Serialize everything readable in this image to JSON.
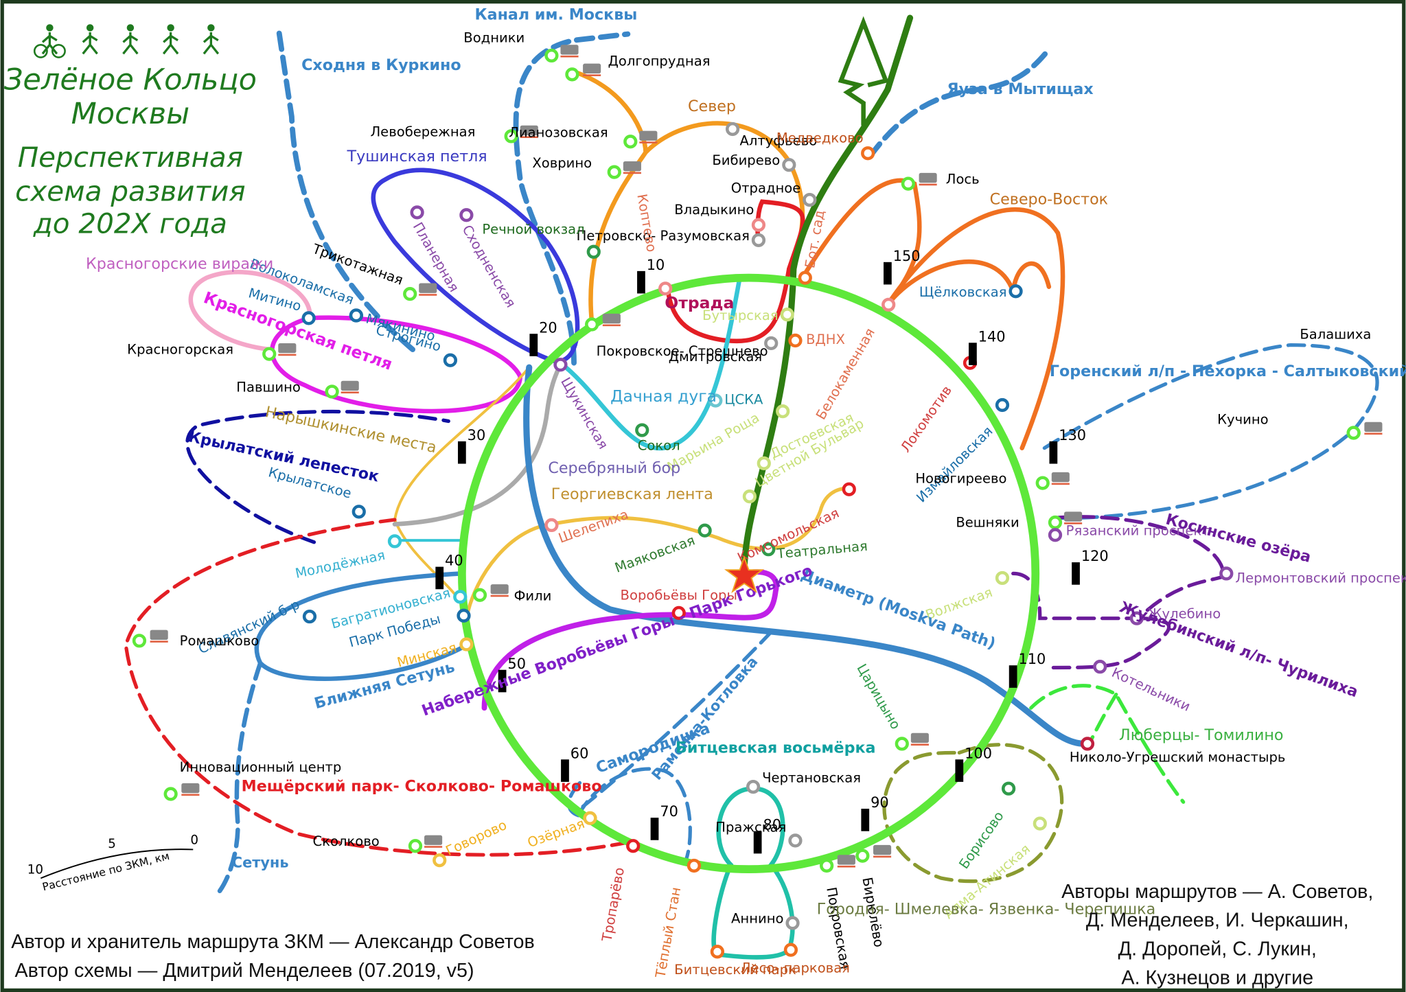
{
  "title": {
    "line1": "Зелёное Кольцо",
    "line2": "Москвы",
    "subtitle1": "Перспективная",
    "subtitle2": "схема развития",
    "subtitle3": "до 202X года",
    "activity_icons": [
      "bicycle-icon",
      "hiker-icon",
      "walker-icon",
      "runner-icon",
      "nordic-walker-icon"
    ]
  },
  "colors": {
    "ring": "#5ee83a",
    "title_green": "#1f7a1f",
    "blue": "#3a86c8",
    "orange": "#f39a1e",
    "dark_orange": "#f07020",
    "red": "#e31e24",
    "magenta": "#e21ee8",
    "purple": "#6a1b9a",
    "teal": "#20c0a8",
    "dark_green": "#2e7d12",
    "yellow": "#f0c040",
    "pink": "#f4a6c8",
    "navy": "#1010a0",
    "olive": "#8a9a30"
  },
  "routes": [
    {
      "id": "kanal",
      "label": "Канал им. Москвы"
    },
    {
      "id": "skhodnya",
      "label": "Сходня в Куркино"
    },
    {
      "id": "yauza",
      "label": "Яуза в Мытищах"
    },
    {
      "id": "sever",
      "label": "Север"
    },
    {
      "id": "tushino",
      "label": "Тушинская петля"
    },
    {
      "id": "sever-vostok",
      "label": "Северо-Восток"
    },
    {
      "id": "krasnogorsk-virazhi",
      "label": "Красногорские виражи"
    },
    {
      "id": "krasnogorsk-loop",
      "label": "Красногорская петля"
    },
    {
      "id": "otrada",
      "label": "Отрада"
    },
    {
      "id": "dachnaya",
      "label": "Дачная дуга"
    },
    {
      "id": "naryshkin",
      "label": "Нарышкинские места"
    },
    {
      "id": "krylatsky",
      "label": "Крылатский лепесток"
    },
    {
      "id": "serebryany",
      "label": "Серебряный бор"
    },
    {
      "id": "georgievskaya",
      "label": "Георгиевская лента"
    },
    {
      "id": "gorensky",
      "label": "Горенский л/п - Пехорка - Салтыковский л/п"
    },
    {
      "id": "kosinskie",
      "label": "Косинские озёра"
    },
    {
      "id": "diametr",
      "label": "Диаметр (Moskva Path)"
    },
    {
      "id": "naberezhnye",
      "label": "Набережные Воробьёвы Горы - Парк Горького"
    },
    {
      "id": "blizhnyaya-setun",
      "label": "Ближняя Сетунь"
    },
    {
      "id": "zhulebino",
      "label": "Жулебинский л/п- Чурилиха"
    },
    {
      "id": "ramenka",
      "label": "Раменка-Котловка"
    },
    {
      "id": "lyubertsy",
      "label": "Люберцы- Томилино"
    },
    {
      "id": "samorodinka",
      "label": "Самородинка"
    },
    {
      "id": "bitsevskaya",
      "label": "Битцевская восьмёрка"
    },
    {
      "id": "meshchersky",
      "label": "Мещёрский парк- Сколково- Ромашково"
    },
    {
      "id": "setun",
      "label": "Сетунь"
    },
    {
      "id": "gorodnya",
      "label": "Городня- Шмелевка- Язвенка- Черепишка"
    }
  ],
  "stations": [
    "Водники",
    "Долгопрудная",
    "Левобережная",
    "Лианозовская",
    "Ховрино",
    "Алтуфьево",
    "Бибирево",
    "Медведково",
    "Отрадное",
    "Владыкино",
    "Петровско- Разумовская",
    "Речной вокзал",
    "Лось",
    "Трикотажная",
    "Планерная",
    "Сходненская",
    "Коптево",
    "Бот. сад",
    "Волоколамская",
    "Митино",
    "Мякинино",
    "Строгино",
    "Красногорская",
    "Павшино",
    "Покровское- Стрешнево",
    "Дмитровская",
    "Бутырская",
    "ВДНХ",
    "Щёлковская",
    "Белокаменная",
    "Локомотив",
    "Балашиха",
    "Щукинская",
    "ЦСКА",
    "Сокол",
    "Марьина Роща",
    "Достоевская",
    "Измайловская",
    "Крылатское",
    "Цветной Бульвар",
    "Комсомольская",
    "Новогиреево",
    "Шелепиха",
    "Маяковская",
    "Театральная",
    "Вешняки",
    "Рязанский проспект",
    "Кучино",
    "Молодёжная",
    "Лермонтовский проспект",
    "Славянский б-р",
    "Багратионовская",
    "Фили",
    "Парк Победы",
    "Воробьёвы Горы",
    "Волжская",
    "Жулебино",
    "Ромашково",
    "Минская",
    "Котельники",
    "Николо-Угрешский монастырь",
    "Царицыно",
    "Инновационный центр",
    "Чертановская",
    "Пражская",
    "Борисово",
    "Алма-Атинская",
    "Сколково",
    "Говорово",
    "Озёрная",
    "Тропарёво",
    "Тёплый Стан",
    "Покровская",
    "Бирюлёво",
    "Аннино",
    "Битцевский парк",
    "Лесо- парковая"
  ],
  "km_markers": [
    "10",
    "20",
    "30",
    "40",
    "50",
    "60",
    "70",
    "80",
    "90",
    "100",
    "110",
    "120",
    "130",
    "140",
    "150"
  ],
  "scale": {
    "label": "Расстояние по ЗКМ, км",
    "ticks": [
      "10",
      "5",
      "0"
    ]
  },
  "footer": {
    "author_route": "Автор и хранитель маршрута ЗКМ — Александр Советов",
    "author_scheme": "Автор схемы — Дмитрий Менделеев (07.2019, v5)",
    "route_authors": [
      "Авторы маршрутов — А. Советов,",
      "Д. Менделеев, И. Черкашин,",
      "Д. Доропей, С. Лукин,",
      "А. Кузнецов и другие"
    ]
  }
}
